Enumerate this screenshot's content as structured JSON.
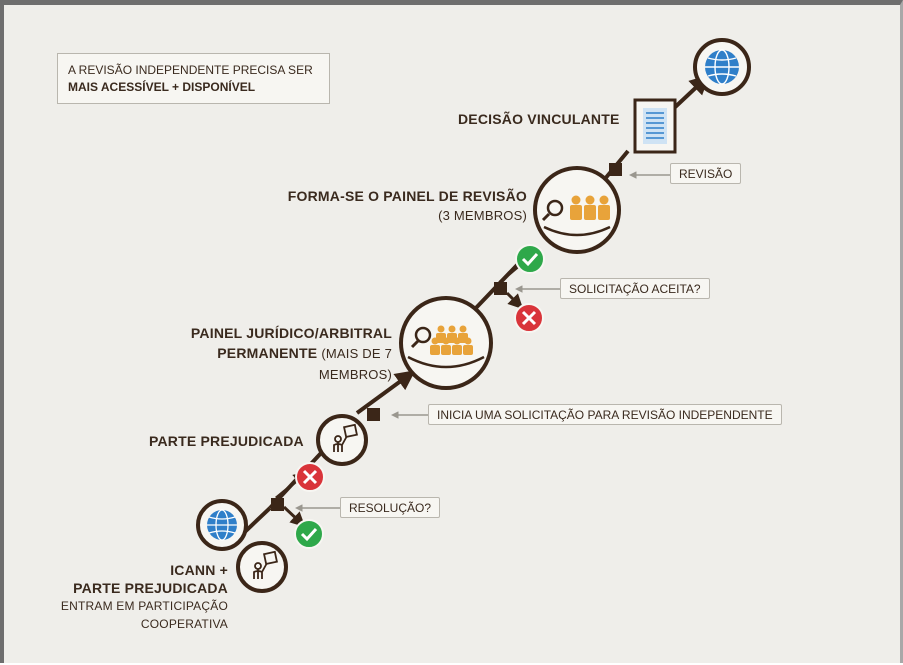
{
  "intro": {
    "line1": "A REVISÃO INDEPENDENTE PRECISA SER",
    "line2": "MAIS ACESSÍVEL + DISPONÍVEL"
  },
  "steps": {
    "decision": "DECISÃO VINCULANTE",
    "panel_forms": "FORMA-SE O PAINEL DE REVISÃO",
    "panel_forms_members": "(3 MEMBROS)",
    "standing_panel_line1": "PAINEL JURÍDICO/ARBITRAL",
    "standing_panel_line2": "PERMANENTE",
    "standing_panel_members": "(MAIS DE 7 MEMBROS)",
    "aggrieved_party": "PARTE PREJUDICADA",
    "start_line1": "ICANN +",
    "start_line2": "PARTE PREJUDICADA",
    "start_line3": "ENTRAM EM PARTICIPAÇÃO",
    "start_line4": "COOPERATIVA"
  },
  "callouts": {
    "review": "REVISÃO",
    "request_accepted": "SOLICITAÇÃO ACEITA?",
    "initiates_request": "INICIA UMA SOLICITAÇÃO PARA REVISÃO INDEPENDENTE",
    "resolution": "RESOLUÇÃO?"
  },
  "colors": {
    "background": "#efeeea",
    "line": "#3b2618",
    "accent_orange": "#e8a33a",
    "globe_blue": "#2f7fc9",
    "check_green": "#2ea84a",
    "cross_red": "#d9343a"
  },
  "icons": [
    "globe-icon",
    "document-icon",
    "panel-three-icon",
    "panel-large-icon",
    "person-sign-icon",
    "check-icon",
    "cross-icon"
  ]
}
